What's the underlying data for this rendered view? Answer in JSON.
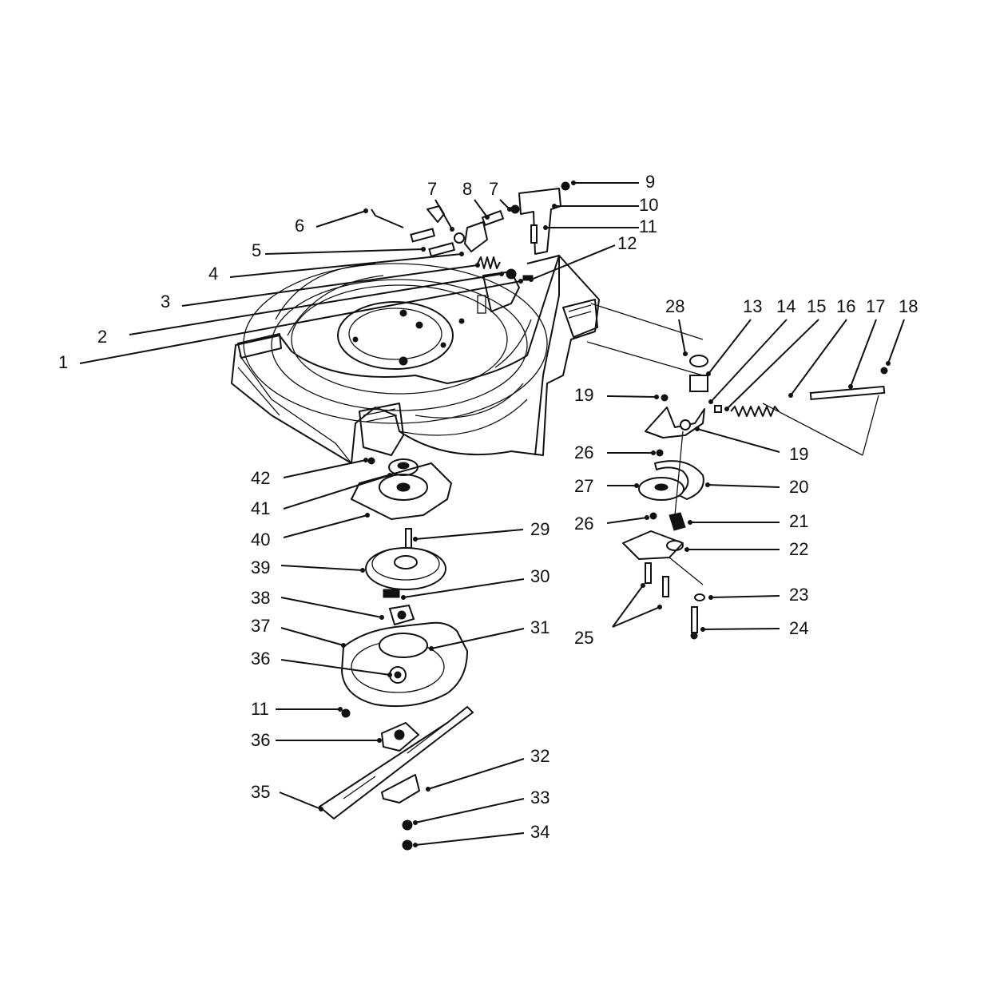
{
  "diagram": {
    "labels": {
      "p1": "1",
      "p2": "2",
      "p3": "3",
      "p4": "4",
      "p5": "5",
      "p6": "6",
      "p7a": "7",
      "p7b": "7",
      "p8": "8",
      "p9": "9",
      "p10": "10",
      "p11a": "11",
      "p12": "12",
      "p13": "13",
      "p14": "14",
      "p15": "15",
      "p16": "16",
      "p17": "17",
      "p18": "18",
      "p19a": "19",
      "p19b": "19",
      "p20": "20",
      "p21": "21",
      "p22": "22",
      "p23": "23",
      "p24": "24",
      "p25": "25",
      "p26a": "26",
      "p26b": "26",
      "p27": "27",
      "p28": "28",
      "p29": "29",
      "p30": "30",
      "p31": "31",
      "p32": "32",
      "p33": "33",
      "p34": "34",
      "p35": "35",
      "p36a": "36",
      "p36b": "36",
      "p37": "37",
      "p38": "38",
      "p39": "39",
      "p40": "40",
      "p41": "41",
      "p42": "42",
      "p11b": "11"
    }
  }
}
